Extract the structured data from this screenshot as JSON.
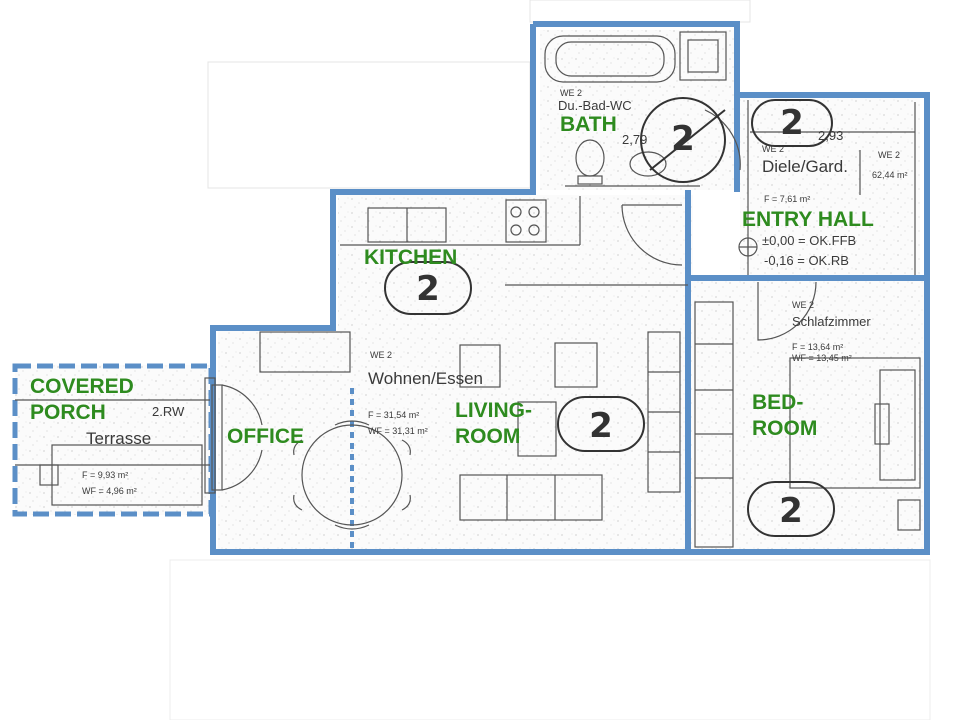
{
  "room_labels": {
    "bath": "BATH",
    "entry_hall": "ENTRY HALL",
    "kitchen": "KITCHEN",
    "covered_porch_line1": "COVERED",
    "covered_porch_line2": "PORCH",
    "office": "OFFICE",
    "living_room_line1": "LIVING-",
    "living_room_line2": "ROOM",
    "bedroom_line1": "BED-",
    "bedroom_line2": "ROOM"
  },
  "plan_text": {
    "bath_name": "Du.-Bad-WC",
    "bath_we": "WE 2",
    "bath_area": "2,79",
    "hall_name": "Diele/Gard.",
    "hall_we": "WE 2",
    "hall_area_f": "F = 7,61 m²",
    "hall_height_1": "±0,00 = OK.FFB",
    "hall_height_2": "-0,16 = OK.RB",
    "hall_corner_area": "2,93",
    "hall_side": "WE 2",
    "hall_side_area": "62,44 m²",
    "living_we": "WE 2",
    "living_name": "Wohnen/Essen",
    "living_area_f": "F = 31,54 m²",
    "living_area_wf": "WF = 31,31 m²",
    "bed_we": "WE 2",
    "bed_name": "Schlafzimmer",
    "bed_area_f": "F = 13,64 m²",
    "bed_area_wf": "WF = 13,45 m²",
    "terrace_we": "2.RW",
    "terrace_name": "Terrasse",
    "terrace_area_f": "F = 9,93 m²",
    "terrace_area_wf": "WF = 4,96 m²",
    "unit_marker": "2"
  },
  "colors": {
    "outline_blue": "#5b8fc7",
    "label_green": "#2e8b1f",
    "wall_gray": "#555555"
  }
}
